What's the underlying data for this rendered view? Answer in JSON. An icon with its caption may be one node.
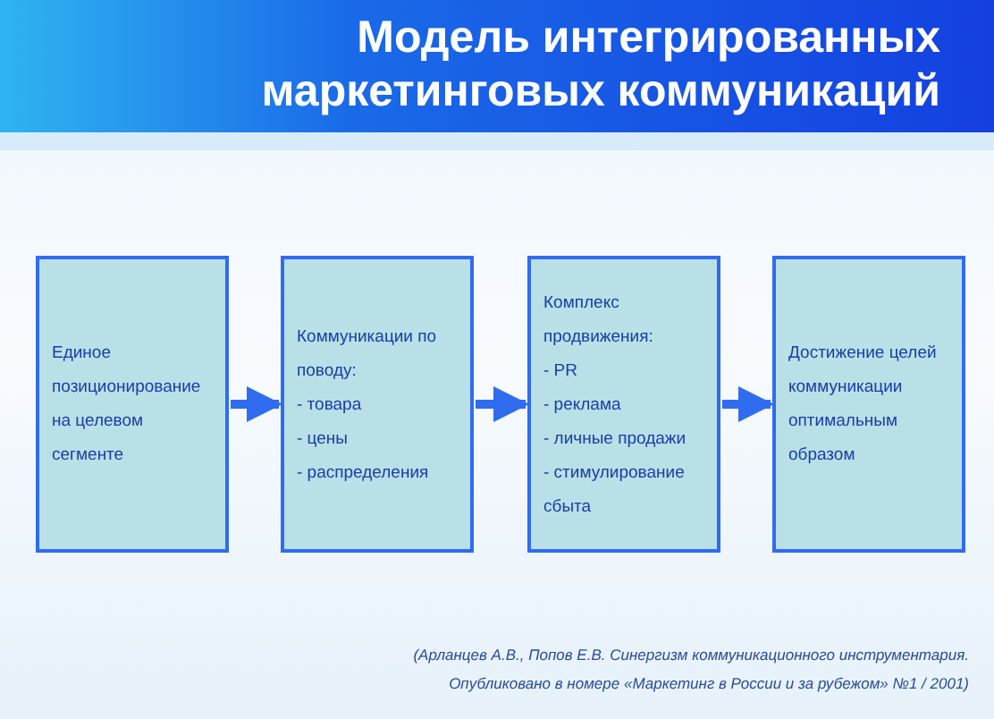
{
  "diagram": {
    "title": "Модель интегрированных маркетинговых коммуникаций",
    "nodes": [
      {
        "text": [
          "Единое позиционирование на целевом сегменте"
        ]
      },
      {
        "text": [
          "Коммуникации по поводу:",
          "- товара",
          "- цены",
          "- распределения"
        ]
      },
      {
        "text": [
          "Комплекс продвижения:",
          "- PR",
          "- реклама",
          "- личные продажи",
          "- стимулирование сбыта"
        ]
      },
      {
        "text": [
          "Достижение целей коммуникации оптимальным образом"
        ]
      }
    ],
    "edges": [
      {
        "from": 0,
        "to": 1,
        "arrow": "to"
      },
      {
        "from": 1,
        "to": 2,
        "arrow": "to"
      },
      {
        "from": 2,
        "to": 3,
        "arrow": "to"
      }
    ],
    "labels": [
      "(Арланцев А.В., Попов Е.В. Синергизм коммуникационного инструментария.",
      "Опубликовано в номере «Маркетинг в России и за рубежом» №1 / 2001)"
    ]
  }
}
